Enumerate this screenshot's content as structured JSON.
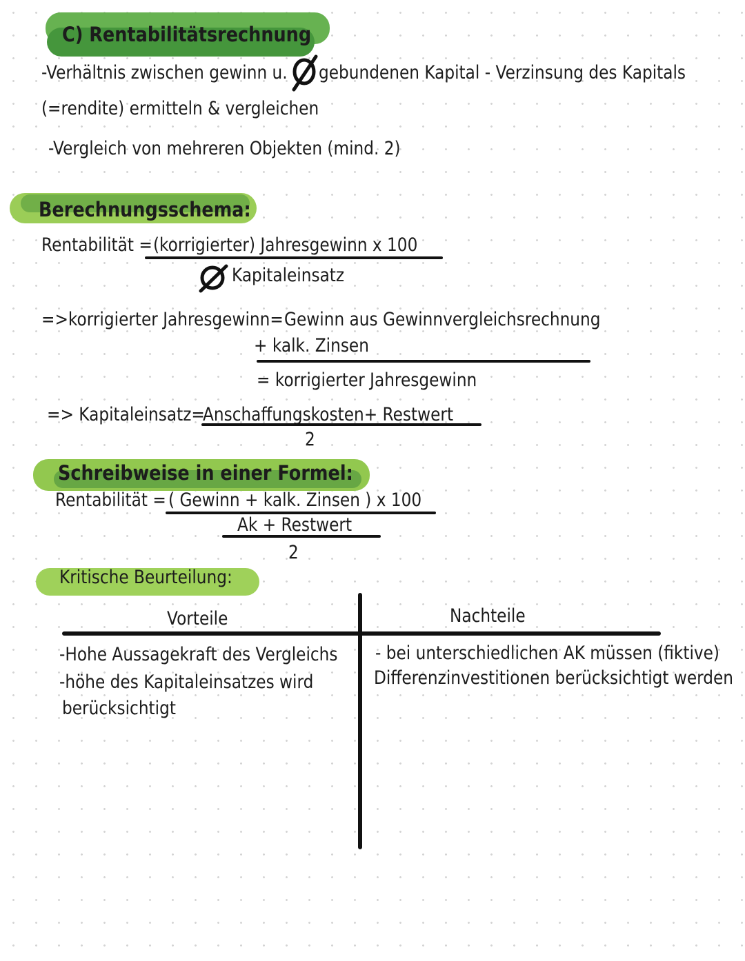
{
  "section_title": "C) Rentabilitätsrechnung",
  "intro": {
    "line1_a": "-Verhältnis zwischen gewinn u.",
    "line1_b": "gebundenen Kapital - Verzinsung des Kapitals",
    "line2": "(=rendite) ermitteln & vergleichen",
    "line3": "-Vergleich von mehreren Objekten (mind. 2)"
  },
  "schema": {
    "heading": "Berechnungsschema:",
    "label": "Rentabilität =",
    "numerator": "(korrigierter) Jahresgewinn x 100",
    "denominator": "Kapitaleinsatz",
    "korr_label": "=>korrigierter Jahresgewinn=",
    "korr_line1": "Gewinn aus Gewinnvergleichsrechnung",
    "korr_line2": "+ kalk. Zinsen",
    "korr_result": "= korrigierter Jahresgewinn",
    "kap_label": "=> Kapitaleinsatz=",
    "kap_numerator": "Anschaffungskosten+ Restwert",
    "kap_denominator": "2"
  },
  "formula": {
    "heading": "Schreibweise in einer Formel:",
    "label": "Rentabilität =",
    "numerator": "( Gewinn + kalk. Zinsen ) x 100",
    "denominator": "Ak +  Restwert",
    "sub_denominator": "2"
  },
  "evaluation": {
    "heading": "Kritische Beurteilung:",
    "pros_header": "Vorteile",
    "cons_header": "Nachteile",
    "pros": [
      "-Hohe Aussagekraft des Vergleichs",
      "-höhe des Kapitaleinsatzes wird",
      "berücksichtigt"
    ],
    "cons": [
      "- bei unterschiedlichen AK müssen (fiktive)",
      "Differenzinvestitionen berücksichtigt werden"
    ]
  },
  "colors": {
    "highlight_dark": "#4e9a3c",
    "highlight_light": "#93c94e",
    "ink": "#1c1c1c"
  }
}
